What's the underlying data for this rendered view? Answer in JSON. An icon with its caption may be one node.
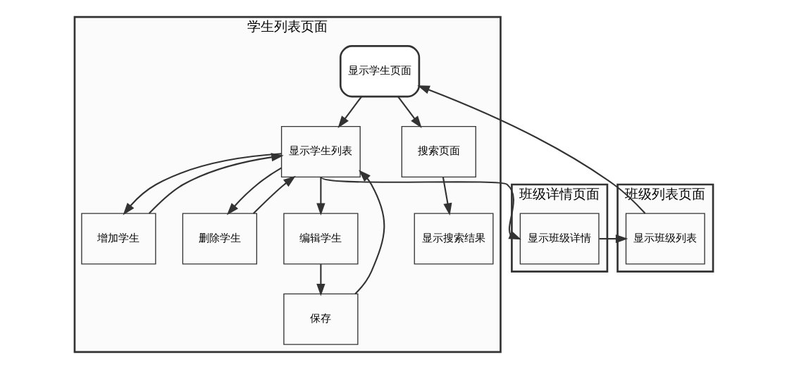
{
  "diagram": {
    "nodes": [
      {
        "text": [
          "学生列表页面"
        ]
      },
      {
        "text": [
          "显示学生页面"
        ],
        "in": 0
      },
      {
        "text": [
          "显示学生列表"
        ],
        "in": 0
      },
      {
        "text": [
          "搜索页面"
        ],
        "in": 0
      },
      {
        "text": [
          "增加学生"
        ],
        "in": 0
      },
      {
        "text": [
          "删除学生"
        ],
        "in": 0
      },
      {
        "text": [
          "编辑学生"
        ],
        "in": 0
      },
      {
        "text": [
          "保存"
        ],
        "in": 0
      },
      {
        "text": [
          "显示搜索结果"
        ],
        "in": 0
      },
      {
        "text": [
          "班级详情页面"
        ]
      },
      {
        "text": [
          "显示班级详情"
        ],
        "in": 9
      },
      {
        "text": [
          "班级列表页面"
        ]
      },
      {
        "text": [
          "显示班级列表"
        ],
        "in": 11
      }
    ],
    "edges": [
      {
        "from": 1,
        "to": 2,
        "arrow": "to"
      },
      {
        "from": 1,
        "to": 3,
        "arrow": "to"
      },
      {
        "from": 2,
        "to": 4,
        "arrow": "to"
      },
      {
        "from": 2,
        "to": 5,
        "arrow": "to"
      },
      {
        "from": 2,
        "to": 6,
        "arrow": "to"
      },
      {
        "from": 6,
        "to": 7,
        "arrow": "to"
      },
      {
        "from": 7,
        "to": 2,
        "arrow": "to"
      },
      {
        "from": 4,
        "to": 2,
        "arrow": "to"
      },
      {
        "from": 5,
        "to": 2,
        "arrow": "to"
      },
      {
        "from": 3,
        "to": 8,
        "arrow": "to"
      },
      {
        "from": 2,
        "to": 10,
        "arrow": "to"
      },
      {
        "from": 10,
        "to": 12,
        "arrow": "to"
      },
      {
        "from": 12,
        "to": 1,
        "arrow": "to"
      }
    ]
  }
}
